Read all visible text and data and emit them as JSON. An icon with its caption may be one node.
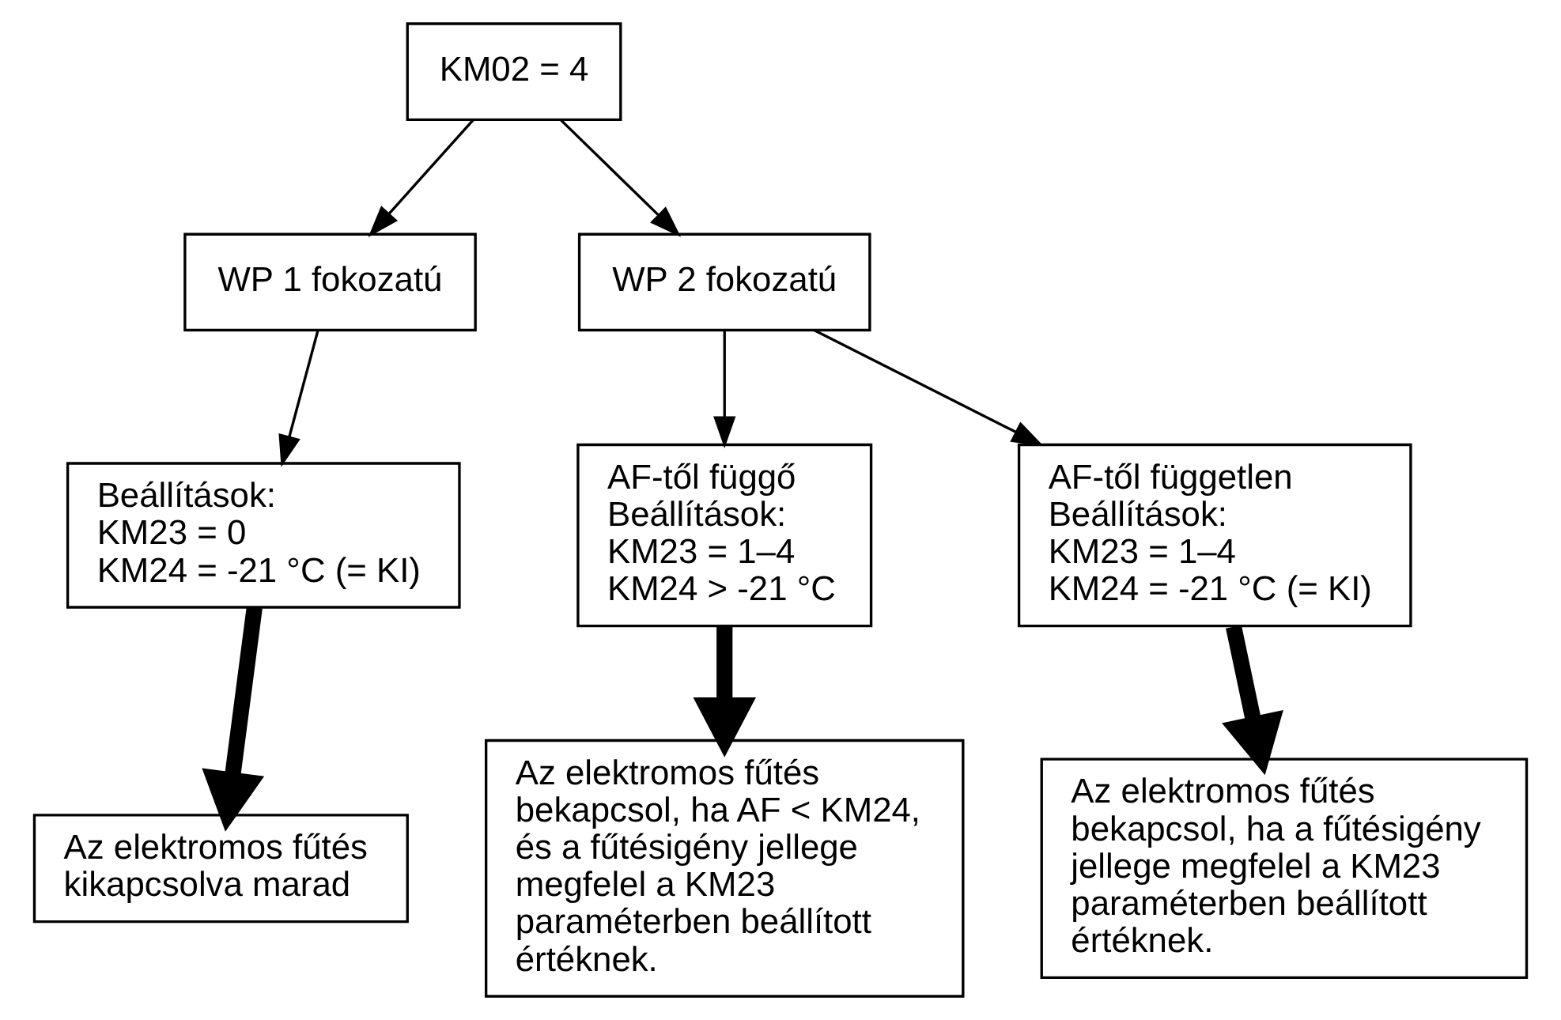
{
  "diagram": {
    "nodes": [
      {
        "text": [
          "KM02 = 4"
        ]
      },
      {
        "text": [
          "WP 1 fokozatú"
        ]
      },
      {
        "text": [
          "WP 2 fokozatú"
        ]
      },
      {
        "text": [
          "Beállítások:",
          "KM23 = 0",
          "KM24 = -21 °C (= KI)"
        ]
      },
      {
        "text": [
          "AF-től függő",
          "Beállítások:",
          "KM23 = 1–4",
          "KM24 > -21 °C"
        ]
      },
      {
        "text": [
          "AF-től független",
          "Beállítások:",
          "KM23 = 1–4",
          "KM24 = -21 °C (= KI)"
        ]
      },
      {
        "text": [
          "Az elektromos fűtés kikapcsolva marad"
        ]
      },
      {
        "text": [
          "Az elektromos fűtés bekapcsol, ha AF < KM24, és a fűtésigény jellege megfelel a KM23 paraméterben beállított értéknek."
        ]
      },
      {
        "text": [
          "Az elektromos fűtés bekapcsol, ha a fűtésigény jellege megfelel a KM23 paraméterben beállított értéknek."
        ]
      }
    ],
    "edges": [
      {
        "from": 0,
        "to": 1,
        "arrow": "to"
      },
      {
        "from": 0,
        "to": 2,
        "arrow": "to"
      },
      {
        "from": 1,
        "to": 3,
        "arrow": "to"
      },
      {
        "from": 2,
        "to": 4,
        "arrow": "to"
      },
      {
        "from": 2,
        "to": 5,
        "arrow": "to"
      },
      {
        "from": 3,
        "to": 6,
        "arrow": "to",
        "style": "thick"
      },
      {
        "from": 4,
        "to": 7,
        "arrow": "to",
        "style": "thick"
      },
      {
        "from": 5,
        "to": 8,
        "arrow": "to",
        "style": "thick"
      }
    ]
  }
}
